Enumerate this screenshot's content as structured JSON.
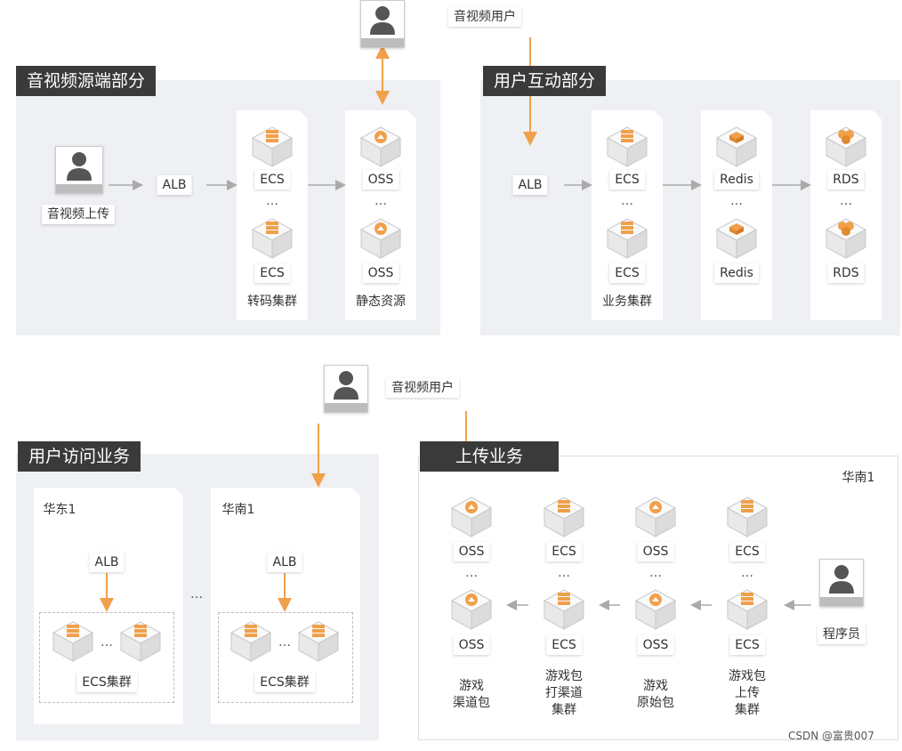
{
  "top_user": "音视频用户",
  "mid_user": "音视频用户",
  "sec_av": {
    "title": "音视频源端部分",
    "uploader": "音视频上传",
    "alb": "ALB",
    "ecs": "ECS",
    "oss": "OSS",
    "dots": "…",
    "ecs_caption": "转码集群",
    "oss_caption": "静态资源"
  },
  "sec_ui": {
    "title": "用户互动部分",
    "alb": "ALB",
    "ecs": "ECS",
    "redis": "Redis",
    "rds": "RDS",
    "dots": "…",
    "ecs_caption": "业务集群"
  },
  "sec_access": {
    "title": "用户访问业务",
    "region1": "华东1",
    "region2": "华南1",
    "alb": "ALB",
    "cluster": "ECS集群",
    "dots": "…"
  },
  "sec_upload": {
    "title": "上传业务",
    "region": "华南1",
    "oss": "OSS",
    "ecs": "ECS",
    "dots": "…",
    "dev": "程序员",
    "cap1": [
      "游戏",
      "渠道包"
    ],
    "cap2": [
      "游戏包",
      "打渠道",
      "集群"
    ],
    "cap3": [
      "游戏",
      "原始包"
    ],
    "cap4": [
      "游戏包",
      "上传",
      "集群"
    ]
  },
  "watermark": "CSDN @富贵007",
  "colors": {
    "accent": "#f0a04b",
    "header": "#3a3a3a",
    "panel": "#eef0f3",
    "arrow_gray": "#b0b0b0"
  },
  "icons": [
    "user-icon",
    "server-icon",
    "oss-cloud-icon",
    "redis-icon",
    "rds-icon"
  ]
}
